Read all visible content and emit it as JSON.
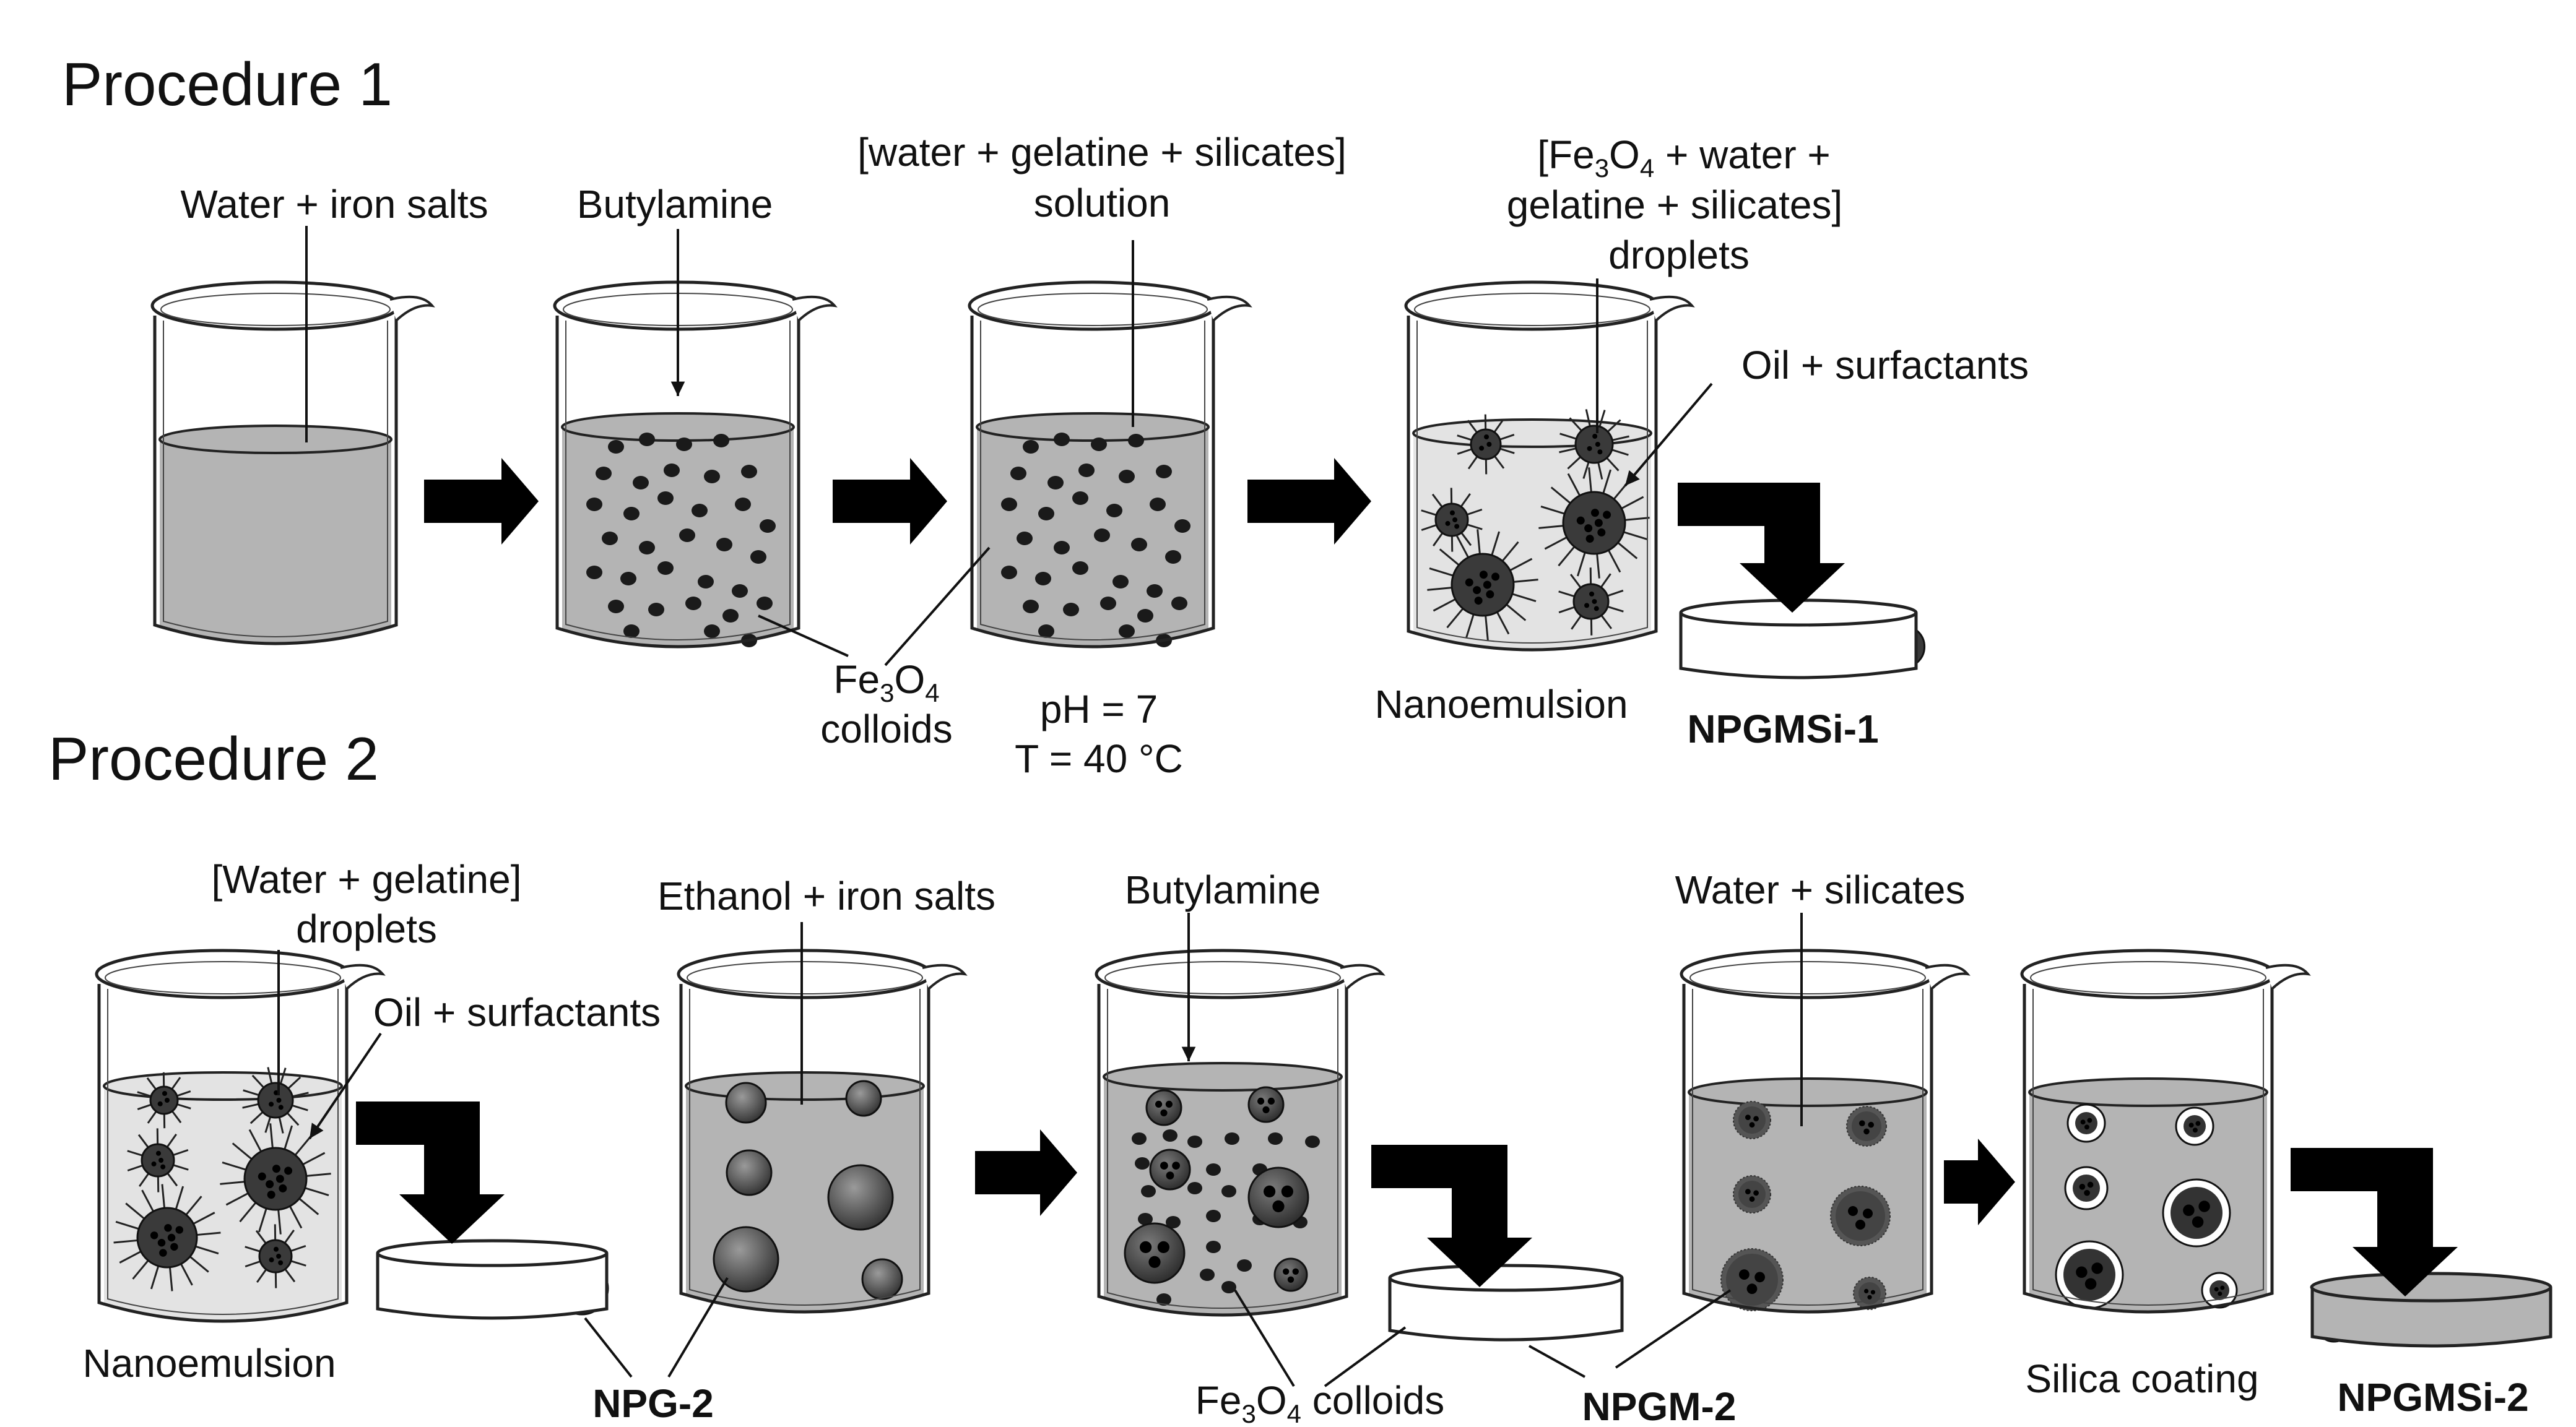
{
  "procedure1": {
    "heading": "Procedure 1",
    "water_iron_salts": "Water + iron salts",
    "butylamine": "Butylamine",
    "solution_line1": "[water + gelatine + silicates]",
    "solution_line2": "solution",
    "droplets_prefix": "[Fe",
    "droplets_sub1": "3",
    "droplets_mid": "O",
    "droplets_sub2": "4",
    "droplets_suffix": " + water +",
    "droplets_line2": "gelatine + silicates]",
    "droplets_line3": "droplets",
    "oil_surfactants": "Oil + surfactants",
    "colloids_fe": "Fe",
    "colloids_sub1": "3",
    "colloids_o": "O",
    "colloids_sub2": "4",
    "colloids_word": "colloids",
    "ph": "pH = 7",
    "temperature": "T = 40 °C",
    "nanoemulsion": "Nanoemulsion",
    "product": "NPGMSi-1"
  },
  "procedure2": {
    "heading": "Procedure 2",
    "droplets_line1": "[Water + gelatine]",
    "droplets_line2": "droplets",
    "oil_surfactants": "Oil + surfactants",
    "nanoemulsion": "Nanoemulsion",
    "npg": "NPG-2",
    "ethanol_iron_salts": "Ethanol + iron salts",
    "butylamine": "Butylamine",
    "colloids_fe": "Fe",
    "colloids_sub1": "3",
    "colloids_o": "O",
    "colloids_sub2": "4",
    "colloids_word": "colloids",
    "npgm": "NPGM-2",
    "water_silicates": "Water + silicates",
    "silica_coating": "Silica coating",
    "product": "NPGMSi-2"
  },
  "colors": {
    "liquid_gray": "#b4b4b4",
    "liquid_light": "#e3e3e3",
    "particle_dark": "#1a1a1a",
    "arrow": "#000000"
  }
}
